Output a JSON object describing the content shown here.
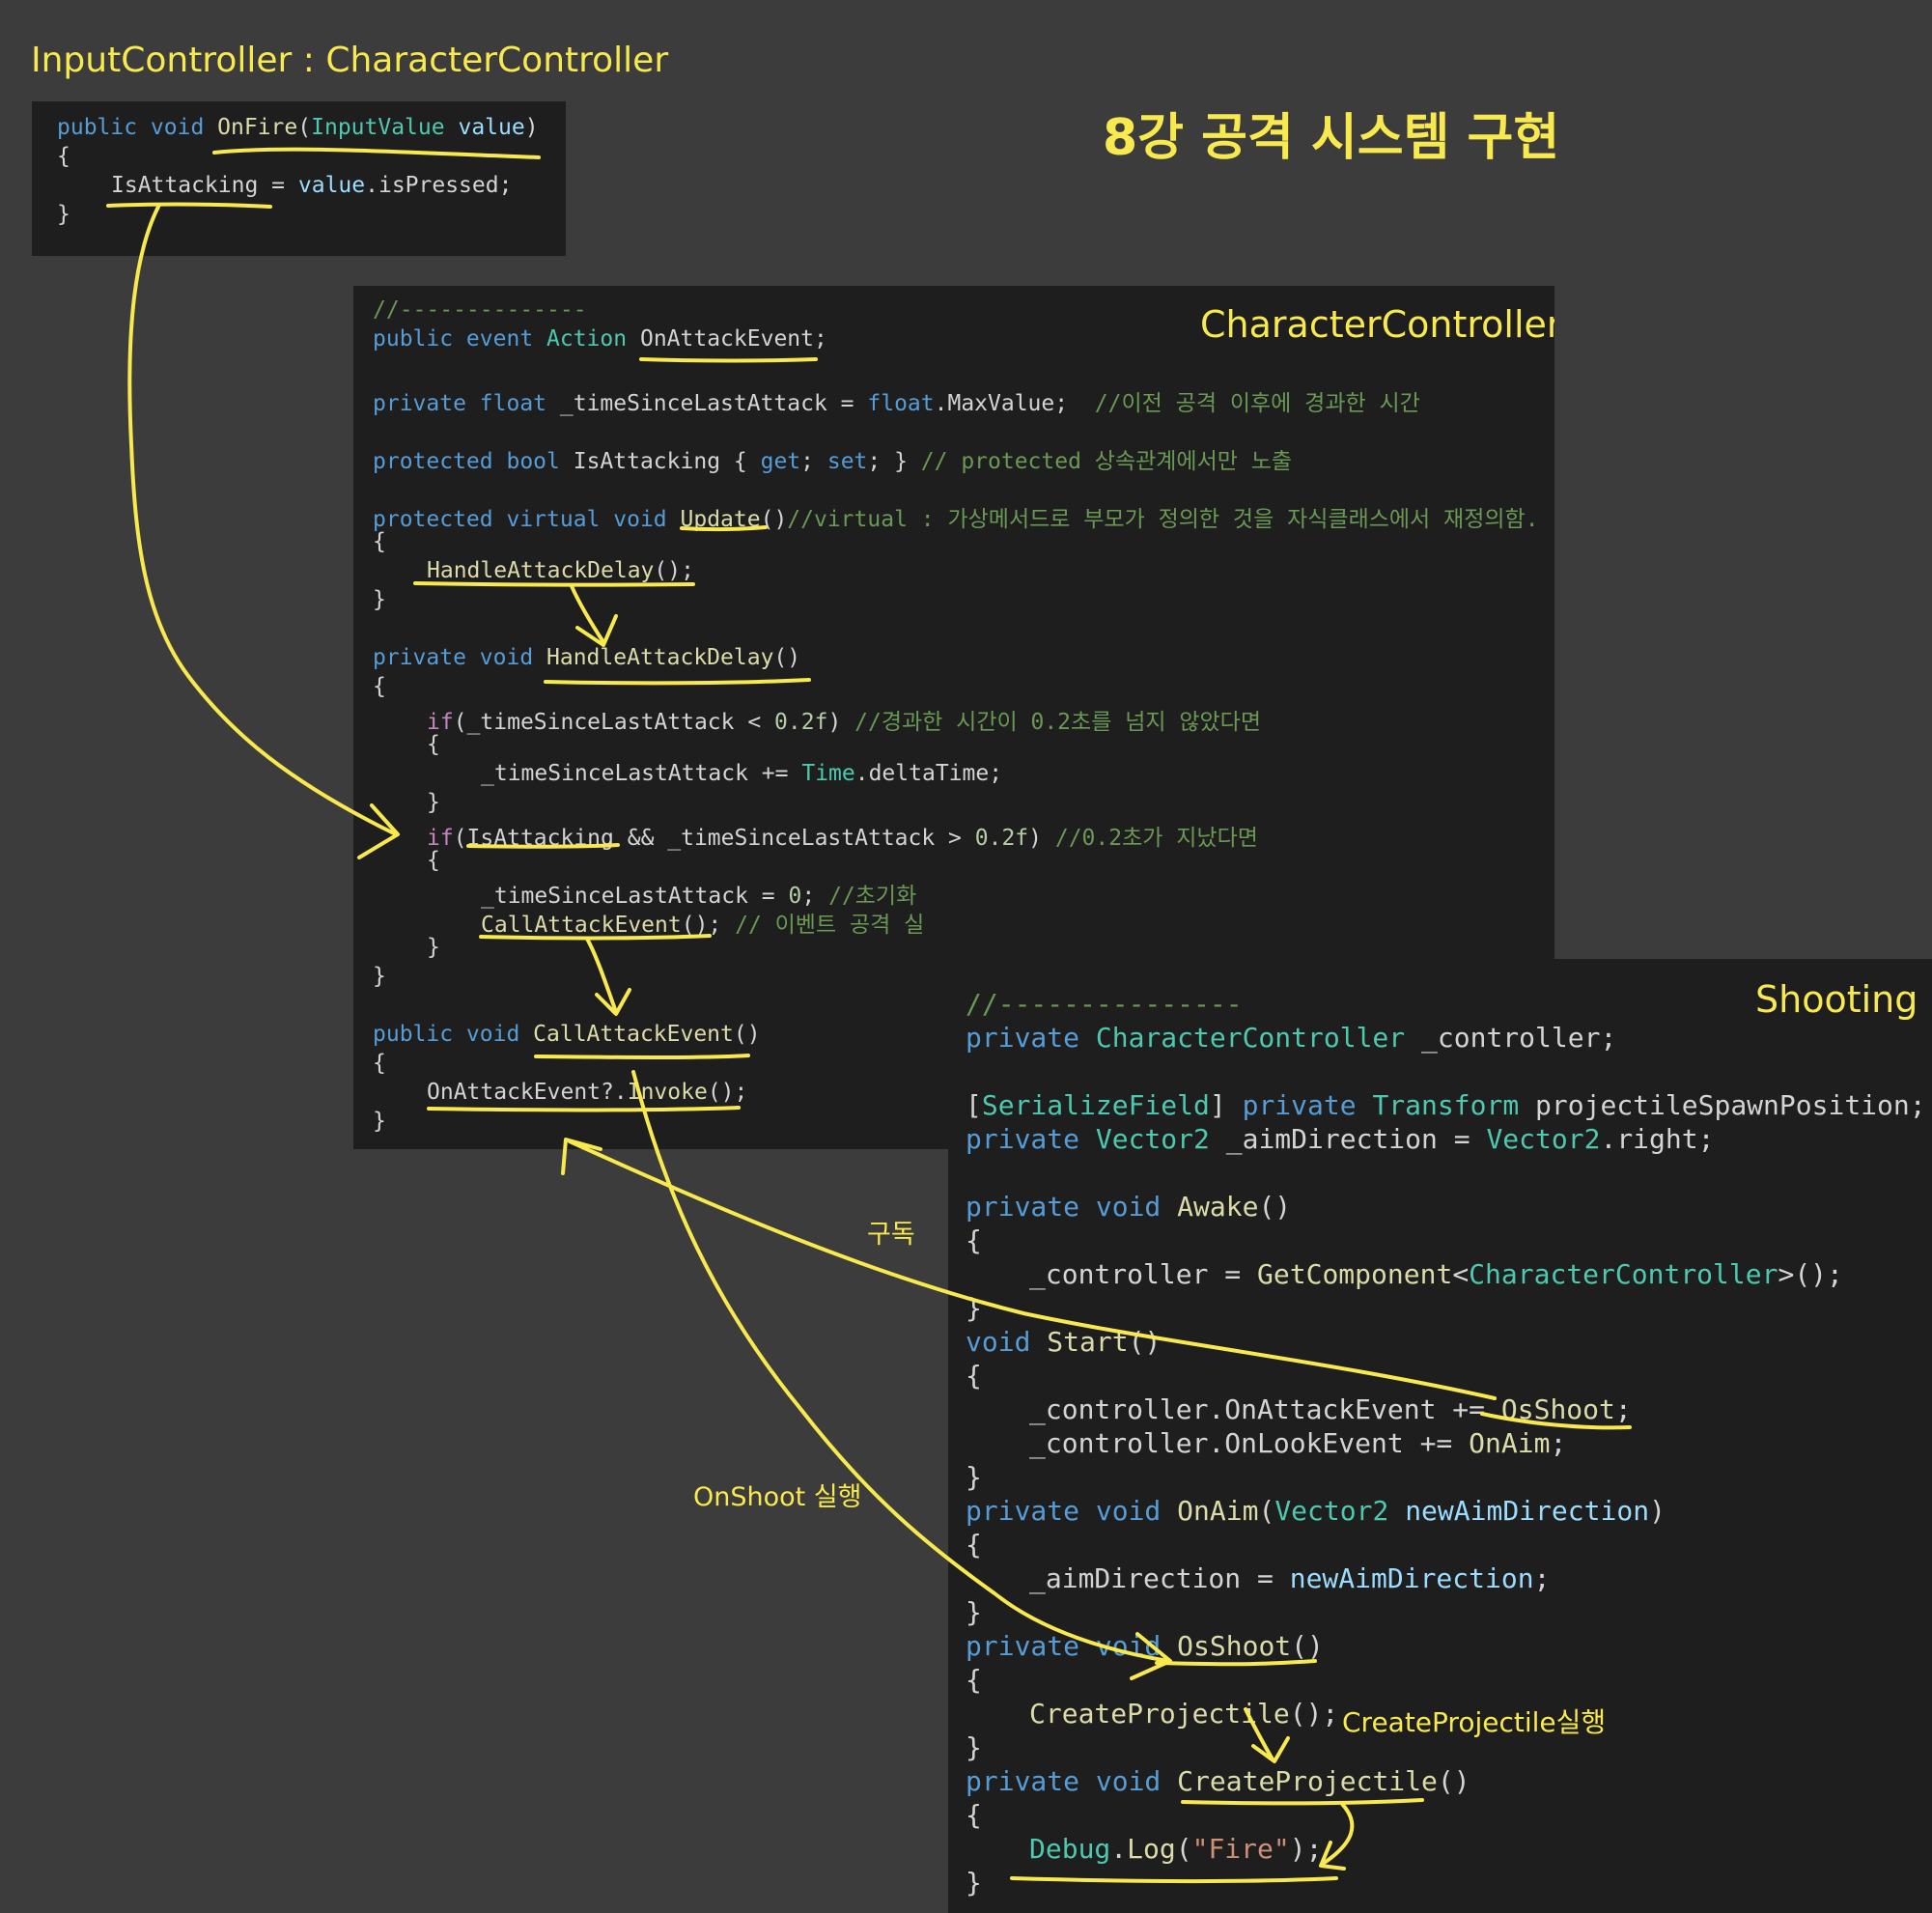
{
  "titles": {
    "input_header": "InputController : CharacterController",
    "main": "8강 공격 시스템 구현",
    "character_header": "CharacterController",
    "shooting_header": "Shooting"
  },
  "input_code": {
    "l1_kw": "public void ",
    "l1_fn": "OnFire",
    "l1_p1": "(",
    "l1_type": "InputValue",
    "l1_sp": " ",
    "l1_param": "value",
    "l1_p2": ")",
    "l2": "{",
    "l3_prop": "IsAttacking",
    "l3_eq": " = ",
    "l3_val": "value",
    "l3_rest": ".isPressed;",
    "l4": "}"
  },
  "character_code": {
    "c01": "//--------------",
    "c02_kw": "public event ",
    "c02_type": "Action",
    "c02_sp": " ",
    "c02_name": "OnAttackEvent",
    "c02_end": ";",
    "c03_kw": "private float ",
    "c03_name": "_timeSinceLastAttack = ",
    "c03_kw2": "float",
    "c03_rest": ".MaxValue;  ",
    "c03_com": "//이전 공격 이후에 경과한 시간",
    "c04_kw": "protected bool ",
    "c04_name": "IsAttacking { ",
    "c04_get": "get",
    "c04_semi": "; ",
    "c04_set": "set",
    "c04_end": "; } ",
    "c04_com": "// protected 상속관계에서만 노출",
    "c05_kw": "protected virtual void ",
    "c05_fn": "Update",
    "c05_paren": "()",
    "c05_com": "//virtual : 가상메서드로 부모가 정의한 것을 자식클래스에서 재정의함.",
    "c06": "{",
    "c07_fn": "HandleAttackDelay",
    "c07_end": "();",
    "c08": "}",
    "c09_kw": "private void ",
    "c09_fn": "HandleAttackDelay",
    "c09_paren": "()",
    "c10": "{",
    "c11_if": "if",
    "c11_a": "(_timeSinceLastAttack < ",
    "c11_num": "0.2f",
    "c11_b": ") ",
    "c11_com": "//경과한 시간이 0.2초를 넘지 않았다면",
    "c12": "{",
    "c13_a": "_timeSinceLastAttack += ",
    "c13_type": "Time",
    "c13_b": ".deltaTime;",
    "c14": "}",
    "c15_if": "if",
    "c15_a": "(IsAttacking && _timeSinceLastAttack > ",
    "c15_num": "0.2f",
    "c15_b": ") ",
    "c15_com": "//0.2초가 지났다면",
    "c16": "{",
    "c17_a": "_timeSinceLastAttack = ",
    "c17_num": "0",
    "c17_b": "; ",
    "c17_com": "//초기화",
    "c18_fn": "CallAttackEvent",
    "c18_b": "(); ",
    "c18_com": "// 이벤트 공격 실",
    "c19": "}",
    "c20": "}",
    "c21_kw": "public void ",
    "c21_fn": "CallAttackEvent",
    "c21_paren": "()",
    "c22": "{",
    "c23_a": "OnAttackEvent?.",
    "c23_fn": "Invoke",
    "c23_b": "();",
    "c24": "}"
  },
  "shooting_code": {
    "s01": "//---------------",
    "s02_kw": "private ",
    "s02_type": "CharacterController",
    "s02_rest": " _controller;",
    "s03_b1": "[",
    "s03_attr": "SerializeField",
    "s03_b2": "] ",
    "s03_kw": "private ",
    "s03_type": "Transform",
    "s03_rest": " projectileSpawnPosition;",
    "s04_kw": "private ",
    "s04_type": "Vector2",
    "s04_mid": " _aimDirection = ",
    "s04_type2": "Vector2",
    "s04_rest": ".right;",
    "s05_kw": "private void ",
    "s05_fn": "Awake",
    "s05_paren": "()",
    "s06": "{",
    "s07_a": "_controller = ",
    "s07_fn": "GetComponent",
    "s07_lt": "<",
    "s07_type": "CharacterController",
    "s07_rest": ">();",
    "s08": "}",
    "s09_kw": "void ",
    "s09_fn": "Start",
    "s09_paren": "()",
    "s10": "{",
    "s11_a": "_controller.OnAttackEvent += ",
    "s11_fn": "OsShoot",
    "s11_end": ";",
    "s12_a": "_controller.OnLookEvent += ",
    "s12_fn": "OnAim",
    "s12_end": ";",
    "s13": "}",
    "s14_kw": "private void ",
    "s14_fn": "OnAim",
    "s14_p1": "(",
    "s14_type": "Vector2",
    "s14_sp": " ",
    "s14_param": "newAimDirection",
    "s14_p2": ")",
    "s15": "{",
    "s16_a": "_aimDirection = ",
    "s16_param": "newAimDirection",
    "s16_end": ";",
    "s17": "}",
    "s18_kw": "private void ",
    "s18_fn": "OsShoot",
    "s18_paren": "()",
    "s19": "{",
    "s20_fn": "CreateProjectile",
    "s20_end": "();",
    "s21": "}",
    "s22_kw": "private void ",
    "s22_fn": "CreateProjectile",
    "s22_paren": "()",
    "s23": "{",
    "s24_type": "Debug",
    "s24_dot": ".",
    "s24_fn": "Log",
    "s24_p1": "(",
    "s24_str": "\"Fire\"",
    "s24_end": ");",
    "s25": "}"
  },
  "annotations": {
    "subscribe": "구독",
    "onshoot_exec": "OnShoot 실행",
    "create_exec": "CreateProjectile실행"
  },
  "colors": {
    "background": "#3c3c3c",
    "panel": "#1e1e1e",
    "highlight": "#f7e94e"
  }
}
